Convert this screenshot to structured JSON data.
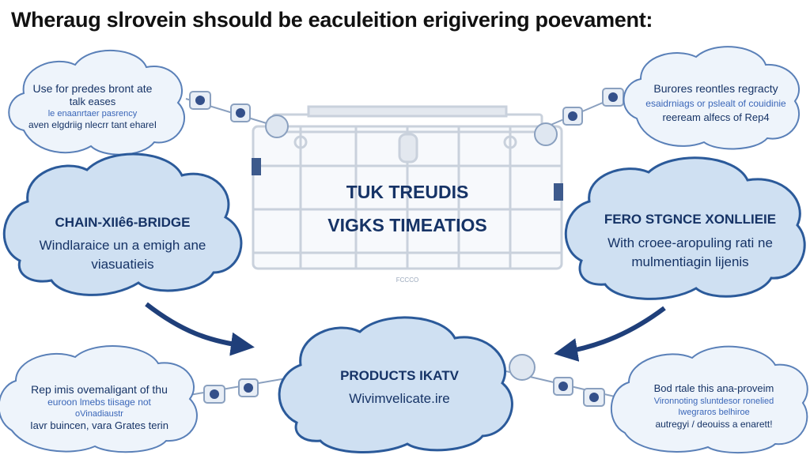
{
  "title": "Wheraug slrovein shsould be eaculeition erigivering poevament:",
  "center_panel": {
    "line1": "TUK TREUDIS",
    "line2": "VIGKS TIMEATIOS",
    "caption": "FCCCO"
  },
  "cloud_top_left": {
    "line1": "Use for predes bront ate",
    "line2": "talk eases",
    "line3": "le enaanrtaer pasrency",
    "line4": "aven elgdriig nlecrr tant ehareI"
  },
  "cloud_top_right": {
    "line1": "Burores reontles regracty",
    "line2": "esaidrniags or pslealt of couidinie",
    "line3": "reeream alfecs of Rep4"
  },
  "cloud_mid_left": {
    "heading": "CHAIN-XIIê6-BRIDGE",
    "line1": "Windlaraice un a emigh ane",
    "line2": "viasuatieis"
  },
  "cloud_mid_right": {
    "heading": "FERO STGNCE XONLLIEIE",
    "line1": "With croee-aropuling rati ne",
    "line2": "mulmentiagin lijenis"
  },
  "cloud_bottom_center": {
    "heading": "PRODUCTS IKATV",
    "line1": "Wivimvelicate.ire"
  },
  "cloud_bottom_left": {
    "line1": "Rep imis ovemaligant of thu",
    "line2": "euroon lmebs tiisage not",
    "line3": "oVinadiaustr",
    "line4": "Iavr buincen, vara Grates terin"
  },
  "cloud_bottom_right": {
    "line1": "Bod rtale this ana-proveim",
    "line2": "Vironnoting sluntdesor ronelied",
    "line3": "Iwegraros belhiroe",
    "line4": "autregyi / deouiss a enarett!"
  },
  "colors": {
    "cloud_fill": "#cfe0f2",
    "cloud_fill_light": "#eef4fb",
    "cloud_stroke": "#2b5a9a",
    "arrow": "#1f3f7a",
    "frame": "#c9d1dc"
  }
}
